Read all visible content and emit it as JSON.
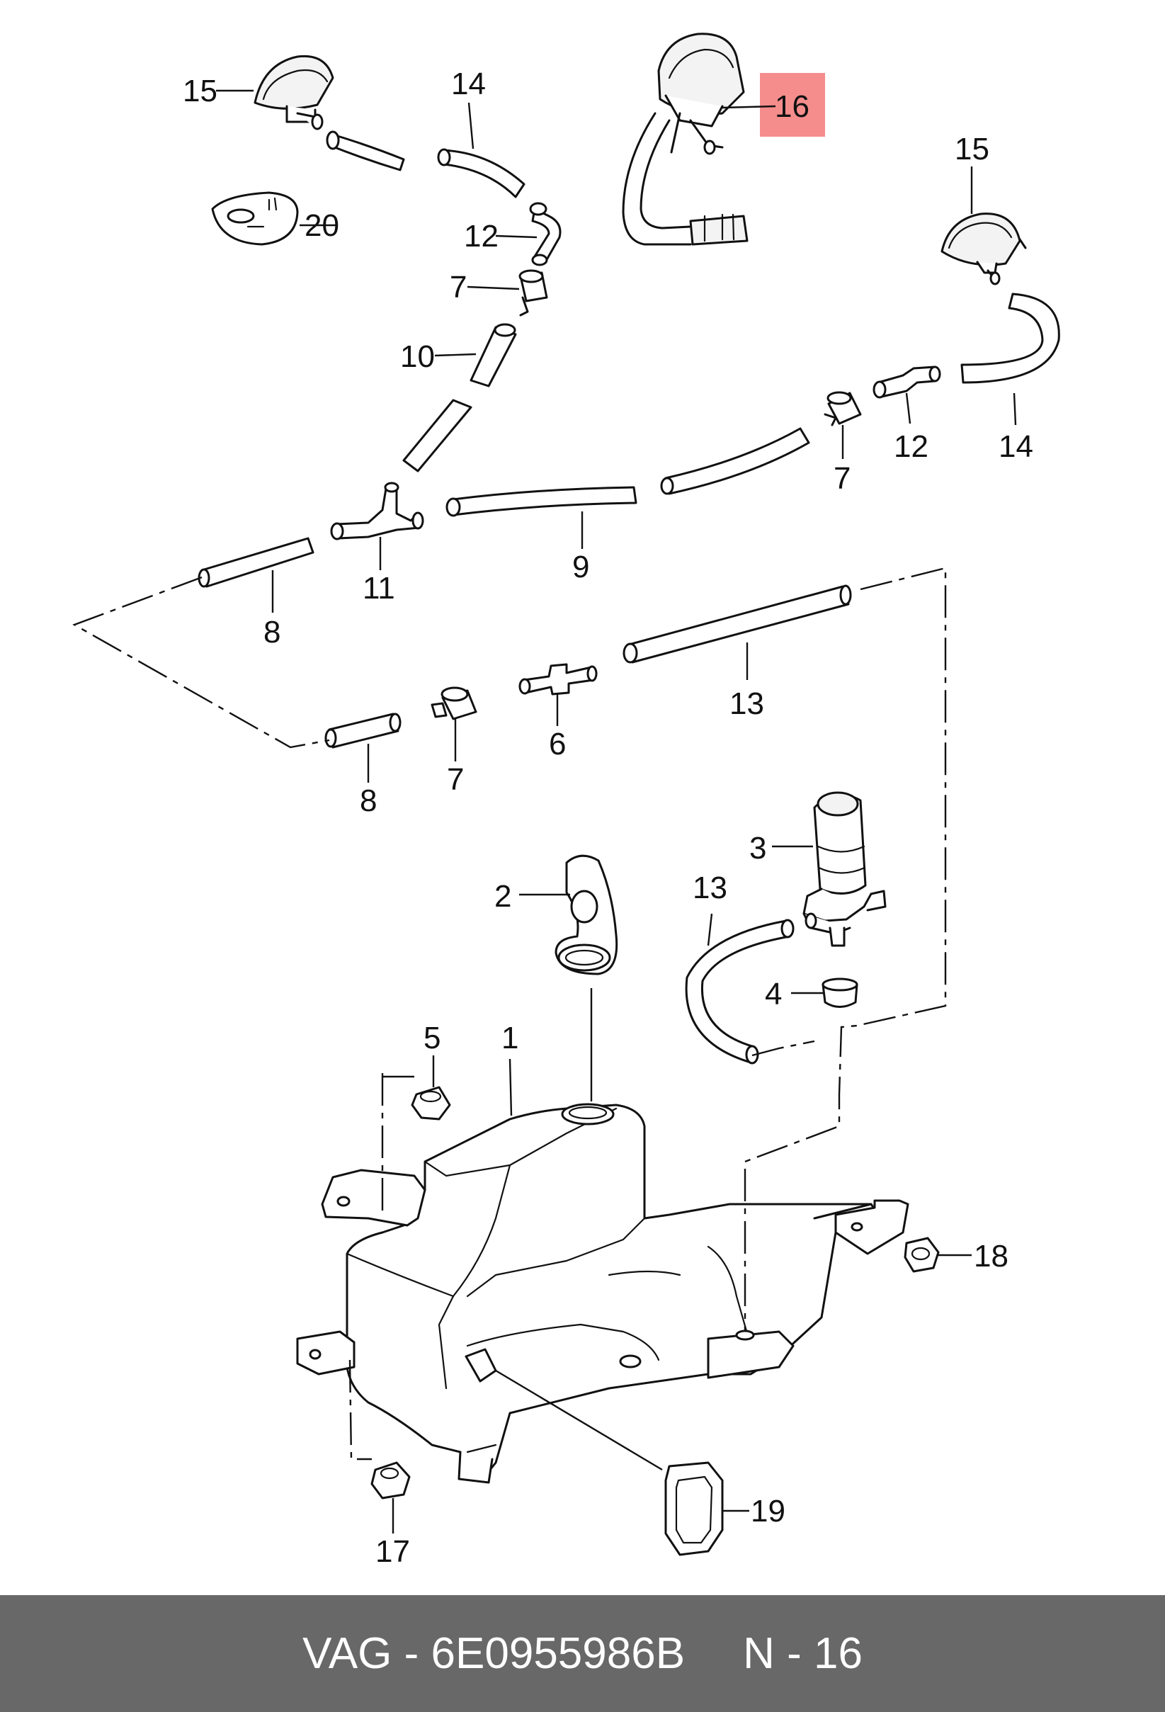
{
  "diagram": {
    "highlight_color": "#f58d8d",
    "callouts": {
      "c1": "1",
      "c2": "2",
      "c3": "3",
      "c4": "4",
      "c5": "5",
      "c6": "6",
      "c7a": "7",
      "c7b": "7",
      "c7c": "7",
      "c8a": "8",
      "c8b": "8",
      "c9": "9",
      "c10": "10",
      "c11": "11",
      "c12a": "12",
      "c12b": "12",
      "c13a": "13",
      "c13b": "13",
      "c14a": "14",
      "c14b": "14",
      "c15a": "15",
      "c15b": "15",
      "c16": "16",
      "c17": "17",
      "c18": "18",
      "c19": "19",
      "c20": "20"
    }
  },
  "footer": {
    "brand": "VAG",
    "separator": "-",
    "part_number": "6E0955986B",
    "position_label": "N - 16",
    "background": "#686868"
  }
}
